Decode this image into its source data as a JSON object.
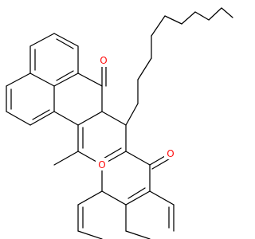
{
  "molecule": {
    "atoms": {
      "carbonyl_oxygen_top": "O",
      "ring_oxygen": "O",
      "carbonyl_oxygen_bottom": "O"
    },
    "colors": {
      "bond": "#000000",
      "oxygen": "#ff0d0d",
      "background": "#ffffff"
    }
  }
}
